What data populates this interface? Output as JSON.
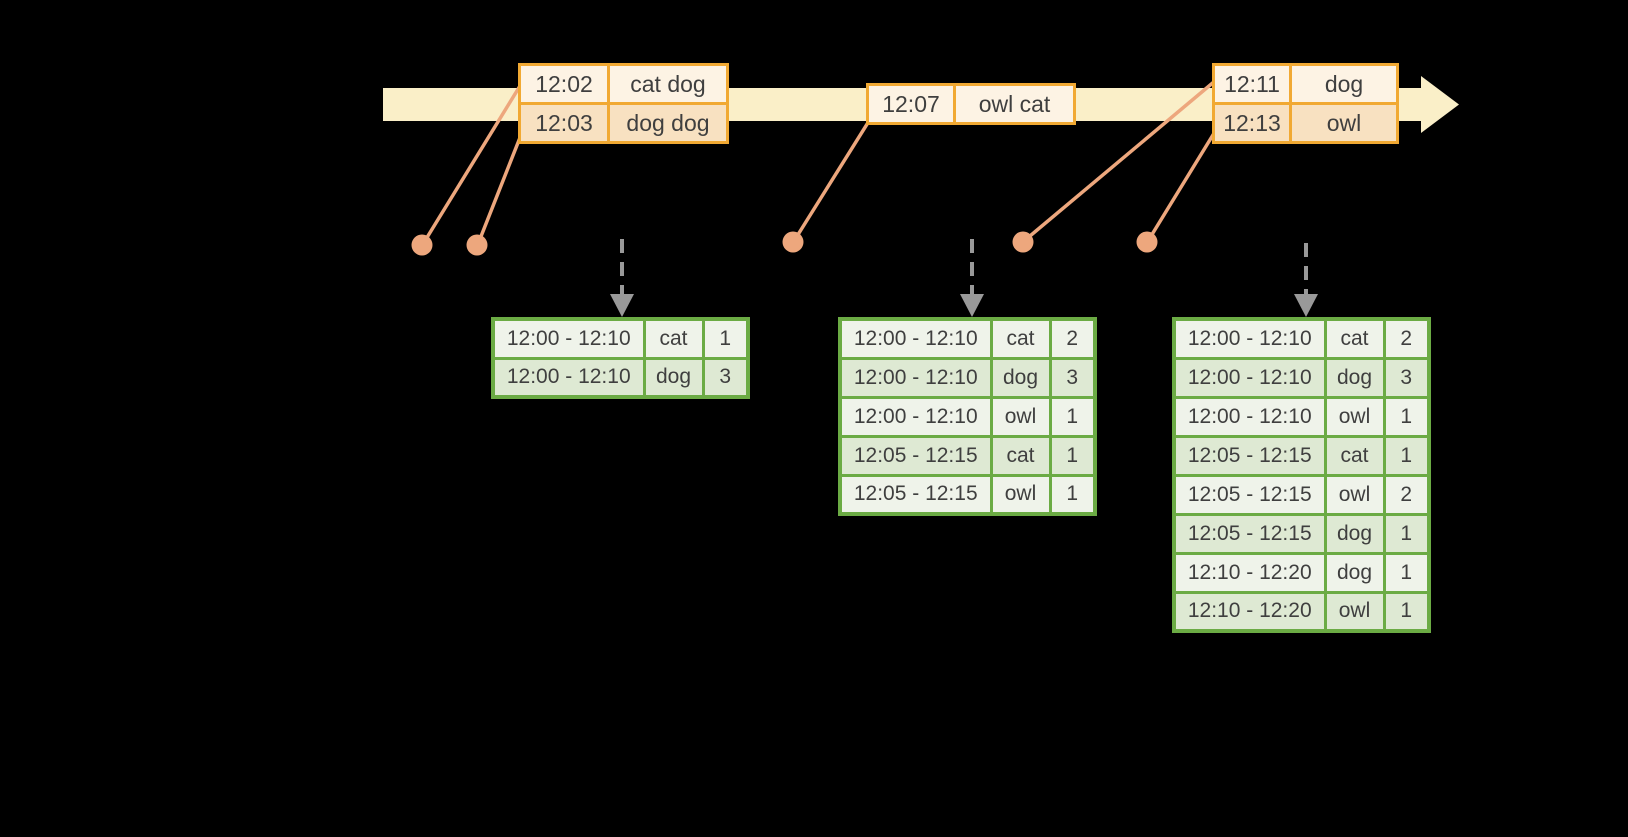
{
  "diagram": {
    "colors": {
      "background": "#000000",
      "timeline_fill": "#FAEFC8",
      "event_border": "#F1A933",
      "event_row_dark": "#F8E1C1",
      "event_row_light": "#FDF3E4",
      "marker": "#EDA77D",
      "trigger_arrow": "#999999",
      "result_border": "#6BAB44",
      "result_row_dark": "#DEE9D3",
      "result_row_light": "#EFF3EA",
      "text": "#3F3F3F"
    },
    "event_tables": [
      {
        "rows": [
          [
            "12:02",
            "cat dog"
          ],
          [
            "12:03",
            "dog dog"
          ]
        ]
      },
      {
        "rows": [
          [
            "12:07",
            "owl cat"
          ]
        ]
      },
      {
        "rows": [
          [
            "12:11",
            "dog"
          ],
          [
            "12:13",
            "owl"
          ]
        ]
      }
    ],
    "result_tables": [
      {
        "rows": [
          [
            "12:00 - 12:10",
            "cat",
            "1"
          ],
          [
            "12:00 - 12:10",
            "dog",
            "3"
          ]
        ]
      },
      {
        "rows": [
          [
            "12:00 - 12:10",
            "cat",
            "2"
          ],
          [
            "12:00 - 12:10",
            "dog",
            "3"
          ],
          [
            "12:00 - 12:10",
            "owl",
            "1"
          ],
          [
            "12:05 - 12:15",
            "cat",
            "1"
          ],
          [
            "12:05 - 12:15",
            "owl",
            "1"
          ]
        ]
      },
      {
        "rows": [
          [
            "12:00 - 12:10",
            "cat",
            "2"
          ],
          [
            "12:00 - 12:10",
            "dog",
            "3"
          ],
          [
            "12:00 - 12:10",
            "owl",
            "1"
          ],
          [
            "12:05 - 12:15",
            "cat",
            "1"
          ],
          [
            "12:05 - 12:15",
            "owl",
            "2"
          ],
          [
            "12:05 - 12:15",
            "dog",
            "1"
          ],
          [
            "12:10 - 12:20",
            "dog",
            "1"
          ],
          [
            "12:10 - 12:20",
            "owl",
            "1"
          ]
        ]
      }
    ]
  }
}
